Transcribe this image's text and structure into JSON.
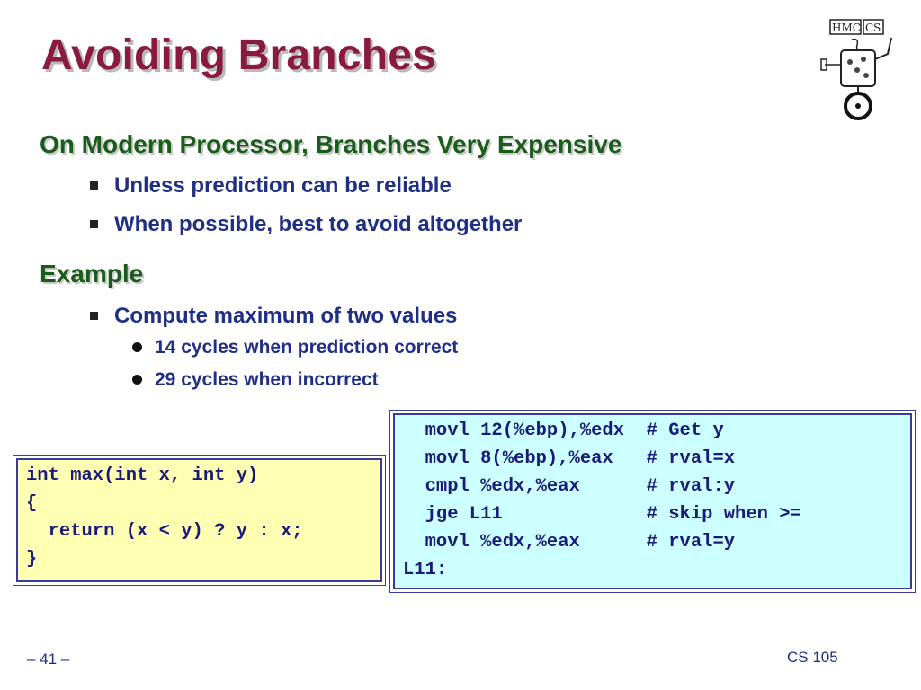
{
  "slide": {
    "title": "Avoiding Branches",
    "section1": {
      "heading": "On Modern Processor, Branches Very Expensive",
      "bullets": [
        "Unless prediction can be reliable",
        "When possible, best to avoid altogether"
      ]
    },
    "section2": {
      "heading": "Example",
      "bullet": "Compute maximum of two values",
      "subbullets": [
        "14 cycles when prediction correct",
        "29 cycles when incorrect"
      ]
    }
  },
  "c_code": [
    "int max(int x, int y)",
    "{",
    "  return (x < y) ? y : x;",
    "}"
  ],
  "asm_code": [
    "  movl 12(%ebp),%edx  # Get y",
    "  movl 8(%ebp),%eax   # rval=x",
    "  cmpl %edx,%eax      # rval:y",
    "  jge L11             # skip when >=",
    "  movl %edx,%eax      # rval=y",
    "L11:"
  ],
  "logo_text": "HMC CS",
  "footer": {
    "page": "– 41 –",
    "course": "CS 105"
  },
  "colors": {
    "title": "#8b1a3f",
    "heading": "#1a5c1a",
    "body": "#1f2f86",
    "code_box_yellow": "#ffffb3",
    "code_box_cyan": "#ccffff"
  }
}
